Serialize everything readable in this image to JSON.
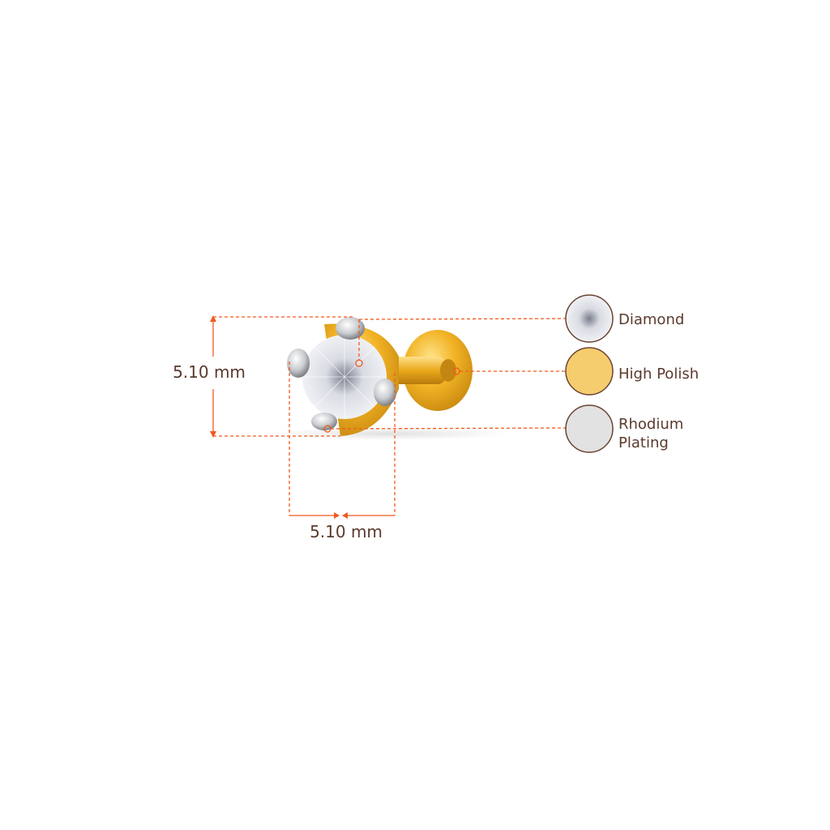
{
  "dimensions": {
    "height_label": "5.10 mm",
    "width_label": "5.10 mm"
  },
  "legend": {
    "items": [
      {
        "label": "Diamond",
        "swatch_color": "#e8e8ea"
      },
      {
        "label": "High Polish",
        "swatch_color": "#f5cd6e"
      },
      {
        "label_line1": "Rhodium",
        "label_line2": "Plating",
        "swatch_color": "#e2e2e2"
      }
    ]
  },
  "colors": {
    "annotation": "#f05a1e",
    "text": "#5a3a2c",
    "gold": "#f2b326",
    "swatch_border": "#6b4432"
  }
}
